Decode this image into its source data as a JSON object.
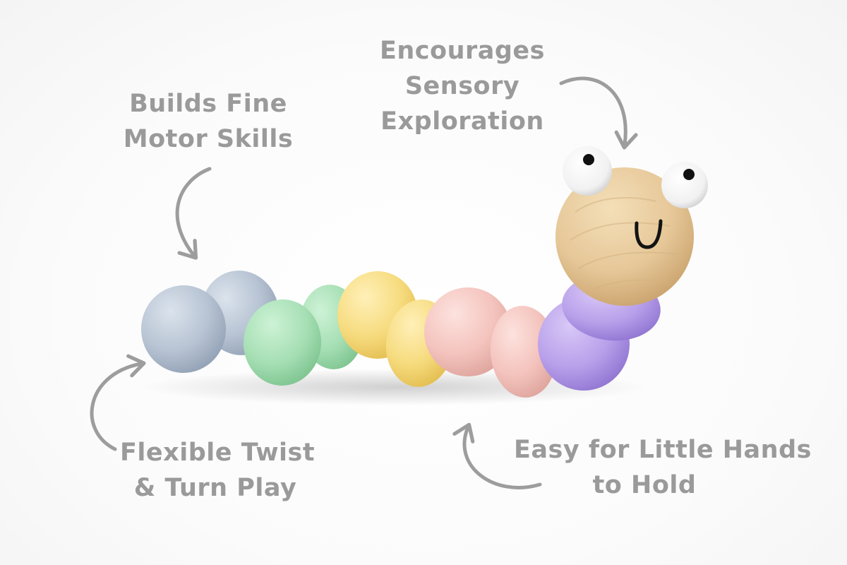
{
  "callouts": {
    "motor": {
      "line1": "Builds Fine",
      "line2": "Motor Skills"
    },
    "sensory": {
      "line1": "Encourages",
      "line2": "Sensory",
      "line3": "Exploration"
    },
    "twist": {
      "line1": "Flexible Twist",
      "line2": "& Turn Play"
    },
    "hands": {
      "line1": "Easy for Little Hands",
      "line2": "to Hold"
    }
  },
  "colors": {
    "text": "#9a9a9a",
    "arrow": "#9d9d9d",
    "segment_blue": "#b7c3d3",
    "segment_green": "#a6dfb4",
    "segment_yellow": "#f6db7e",
    "segment_pink": "#f4c3bd",
    "segment_purple": "#b9a0ea",
    "wood": "#e6c798"
  },
  "icons": [
    "curved-arrow-icon"
  ]
}
